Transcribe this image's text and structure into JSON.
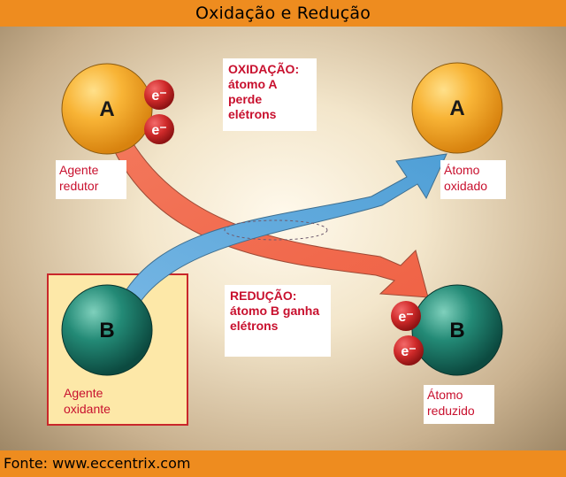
{
  "title": "Oxidação e Redução",
  "footer": "Fonte: www.eccentrix.com",
  "oxidation_box": {
    "line1": "OXIDAÇÃO:",
    "line2": "átomo A perde",
    "line3": "elétrons"
  },
  "reduction_box": {
    "line1": "REDUÇÃO:",
    "line2": "átomo B ganha",
    "line3": "elétrons"
  },
  "labels": {
    "reducing_agent": [
      "Agente",
      "redutor"
    ],
    "oxidizing_agent": [
      "Agente",
      "oxidante"
    ],
    "oxidized_atom": [
      "Átomo",
      "oxidado"
    ],
    "reduced_atom": [
      "Átomo",
      "reduzido"
    ]
  },
  "atoms": {
    "a": "A",
    "b": "B"
  },
  "electron": "e⁻",
  "colors": {
    "atom_a": "#f3a11c",
    "atom_b": "#1e7f6e",
    "electron": "#c9272b",
    "arrow_red": "#f26b4f",
    "arrow_blue": "#5aa6d9",
    "text_red": "#c8102e",
    "orange_bar": "#ee8c1f"
  }
}
